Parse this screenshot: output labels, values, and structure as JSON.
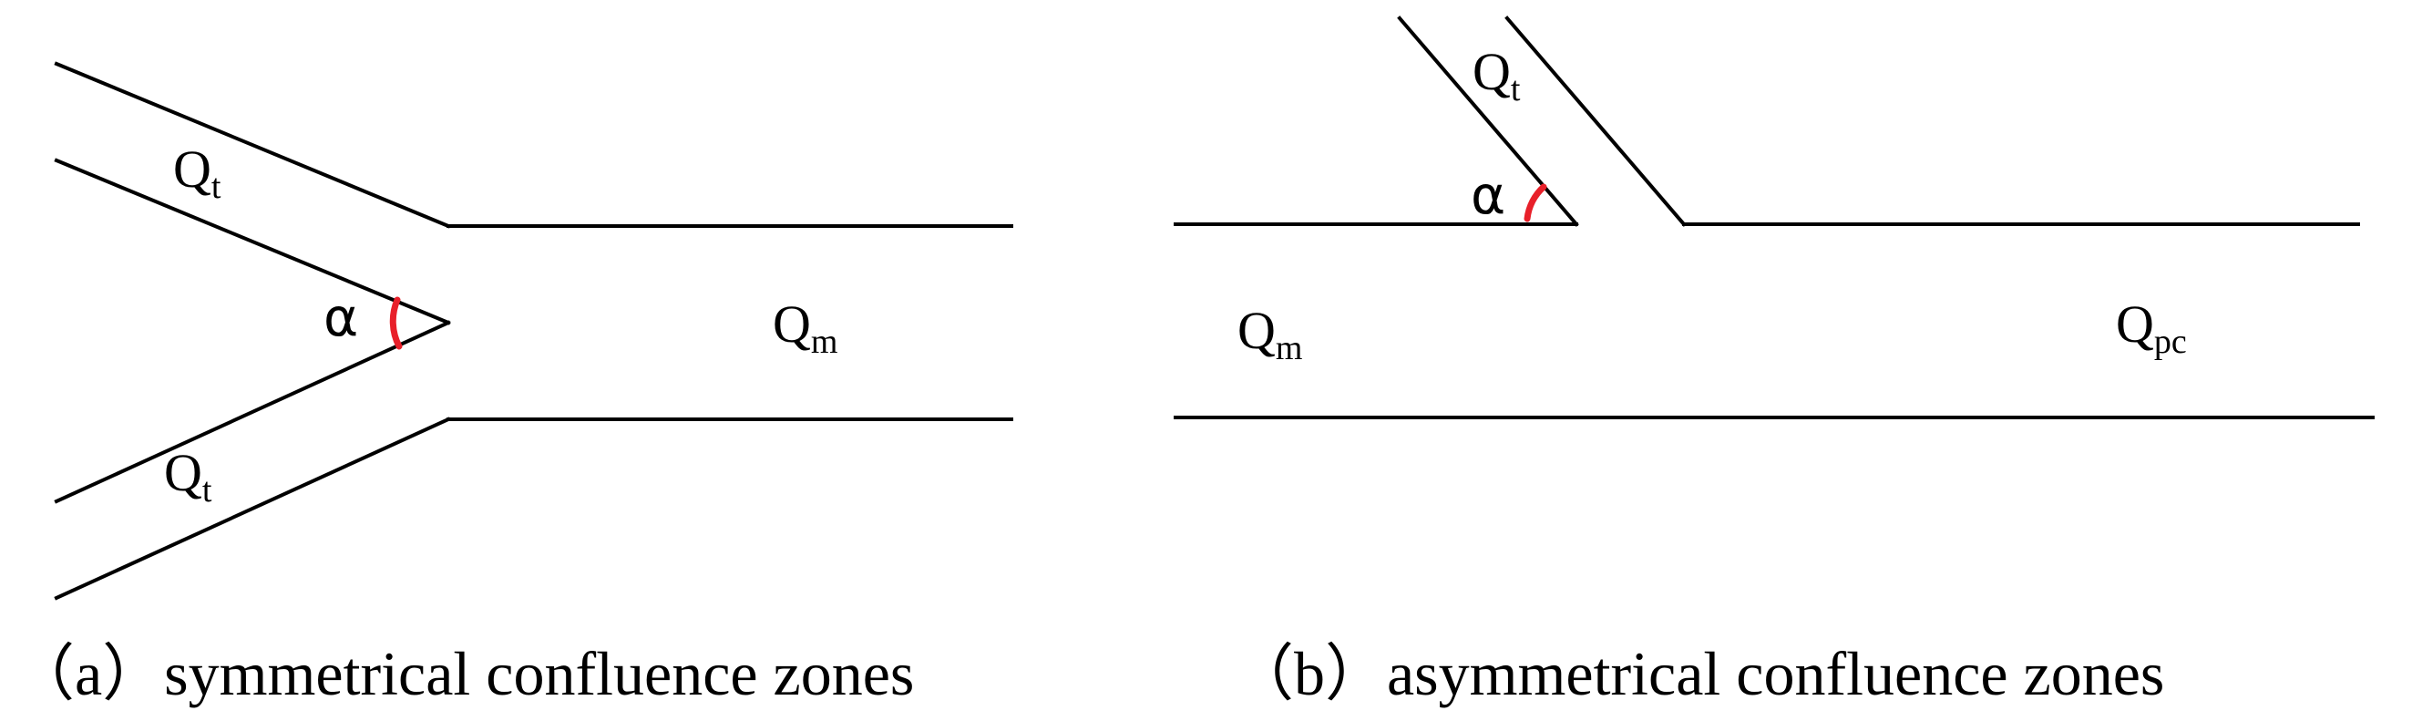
{
  "colors": {
    "lines": "#000000",
    "angle_arc": "#e8202a",
    "background": "#ffffff"
  },
  "panel_a": {
    "caption": "（a）symmetrical confluence zones",
    "upper_tributary": {
      "q": "Q",
      "sub": "t"
    },
    "lower_tributary": {
      "q": "Q",
      "sub": "t"
    },
    "main_channel": {
      "q": "Q",
      "sub": "m"
    },
    "angle_label": "α"
  },
  "panel_b": {
    "caption": "（b）asymmetrical confluence zones",
    "tributary": {
      "q": "Q",
      "sub": "t"
    },
    "upstream_main": {
      "q": "Q",
      "sub": "m"
    },
    "downstream_main": {
      "q": "Q",
      "sub": "pc"
    },
    "angle_label": "α"
  }
}
